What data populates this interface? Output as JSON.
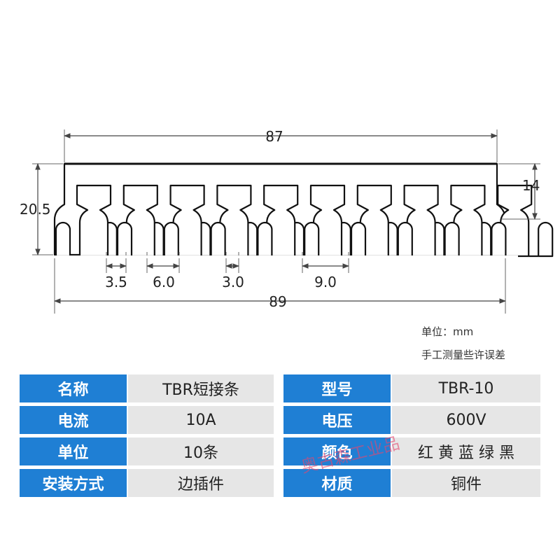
{
  "dimensions": {
    "overall_length_top": "87",
    "overall_length_bottom": "89",
    "height": "20.5",
    "slot_depth": "14",
    "fork_width": "3.5",
    "fork_pitch_inner": "6.0",
    "gap": "3.0",
    "pitch": "9.0"
  },
  "notes": {
    "unit": "单位：mm",
    "tolerance": "手工测量些许误差"
  },
  "specs": [
    {
      "label": "名称",
      "value": "TBR短接条",
      "label2": "型号",
      "value2": "TBR-10"
    },
    {
      "label": "电流",
      "value": "10A",
      "label2": "电压",
      "value2": "600V"
    },
    {
      "label": "单位",
      "value": "10条",
      "label2": "颜色",
      "value2": "红 黄 蓝 绿 黑"
    },
    {
      "label": "安装方式",
      "value": "边插件",
      "label2": "材质",
      "value2": "铜件"
    }
  ],
  "watermark": "奥古森工业品",
  "colors": {
    "label_bg": "#1f7fd4",
    "value_bg": "#e6e6e6",
    "line": "#111111"
  },
  "teeth_count": 10
}
